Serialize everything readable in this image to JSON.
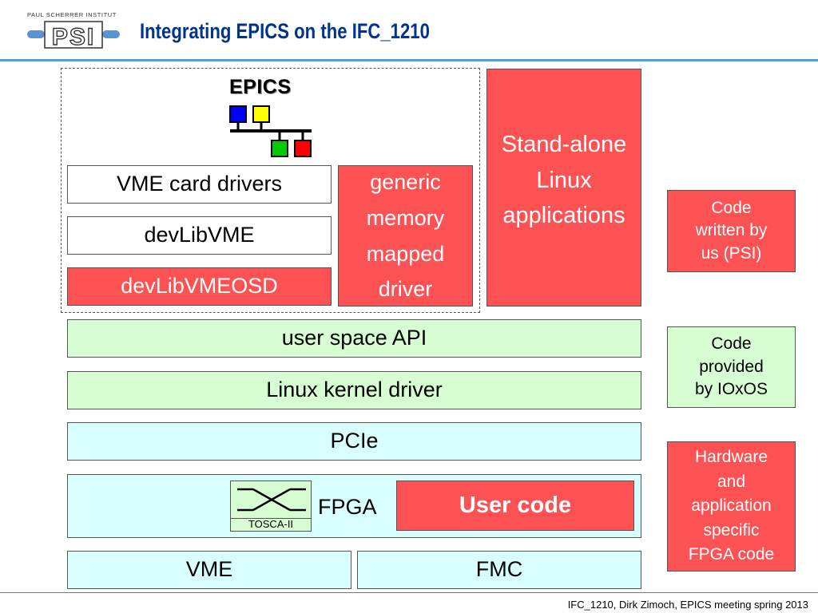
{
  "header": {
    "logo_caption": "PAUL SCHERRER INSTITUT",
    "logo_mark": "PSI",
    "title": "Integrating EPICS on the IFC_1210"
  },
  "epics": {
    "logo_text": "EPICS",
    "colors": {
      "blue": "#0000ff",
      "yellow": "#ffff00",
      "green": "#00cc00",
      "red": "#ff0000"
    }
  },
  "boxes": {
    "vme_card_drivers": "VME card drivers",
    "devlibvme": "devLibVME",
    "devlibvmeosd": "devLibVMEOSD",
    "generic_driver": [
      "generic",
      "memory",
      "mapped",
      "driver"
    ],
    "standalone": [
      "Stand-alone",
      "Linux",
      "applications"
    ],
    "user_space_api": "user space API",
    "linux_kernel_driver": "Linux kernel driver",
    "pcie": "PCIe",
    "fpga": "FPGA",
    "tosca": "TOSCA-II",
    "user_code": "User code",
    "vme": "VME",
    "fmc": "FMC"
  },
  "legend": {
    "psi": [
      "Code",
      "written by",
      "us (PSI)"
    ],
    "ioxos": [
      "Code",
      "provided",
      "by IOxOS"
    ],
    "hardware": [
      "Hardware",
      "and",
      "application",
      "specific",
      "FPGA code"
    ]
  },
  "colors": {
    "red": "#fd5254",
    "green": "#d7fed2",
    "cyan": "#d8fefe",
    "title": "#00338d",
    "rule": "#4aa4e4"
  },
  "footer": "IFC_1210, Dirk Zimoch, EPICS meeting spring 2013"
}
